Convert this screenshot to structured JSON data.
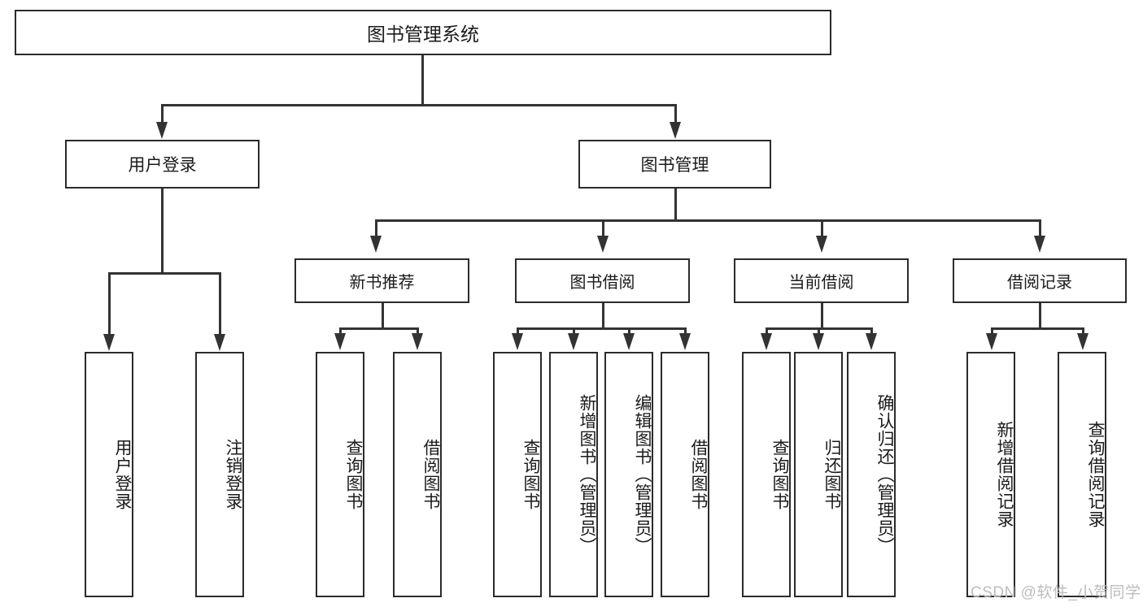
{
  "diagram": {
    "title": "图书管理系统",
    "type": "功能结构图",
    "colors": {
      "box_border": "#2b2b2b",
      "connector": "#333333",
      "background": "#ffffff",
      "text": "#1b1b1b",
      "watermark": "#bdbdbd"
    },
    "root": {
      "label": "图书管理系统",
      "orientation": "horizontal"
    },
    "level2": [
      {
        "id": "user-login",
        "label": "用户登录",
        "orientation": "horizontal"
      },
      {
        "id": "book-management",
        "label": "图书管理",
        "orientation": "horizontal"
      }
    ],
    "level3": [
      {
        "id": "new-book-recommend",
        "label": "新书推荐",
        "parent": "book-management",
        "orientation": "horizontal"
      },
      {
        "id": "book-borrow",
        "label": "图书借阅",
        "parent": "book-management",
        "orientation": "horizontal"
      },
      {
        "id": "current-borrow",
        "label": "当前借阅",
        "parent": "book-management",
        "orientation": "horizontal"
      },
      {
        "id": "borrow-record",
        "label": "借阅记录",
        "parent": "book-management",
        "orientation": "horizontal"
      }
    ],
    "leaves": [
      {
        "id": "leaf-user-login",
        "label": "用户登录",
        "parent": "user-login",
        "orientation": "vertical"
      },
      {
        "id": "leaf-user-logout",
        "label": "注销登录",
        "parent": "user-login",
        "orientation": "vertical"
      },
      {
        "id": "leaf-query-book-1",
        "label": "查询图书",
        "parent": "new-book-recommend",
        "orientation": "vertical"
      },
      {
        "id": "leaf-borrow-book-1",
        "label": "借阅图书",
        "parent": "new-book-recommend",
        "orientation": "vertical"
      },
      {
        "id": "leaf-query-book-2",
        "label": "查询图书",
        "parent": "book-borrow",
        "orientation": "vertical"
      },
      {
        "id": "leaf-add-book",
        "label": "新增图书（管理员）",
        "parent": "book-borrow",
        "orientation": "vertical"
      },
      {
        "id": "leaf-edit-book",
        "label": "编辑图书（管理员）",
        "parent": "book-borrow",
        "orientation": "vertical"
      },
      {
        "id": "leaf-borrow-book-2",
        "label": "借阅图书",
        "parent": "book-borrow",
        "orientation": "vertical"
      },
      {
        "id": "leaf-query-book-3",
        "label": "查询图书",
        "parent": "current-borrow",
        "orientation": "vertical"
      },
      {
        "id": "leaf-return-book",
        "label": "归还图书",
        "parent": "current-borrow",
        "orientation": "vertical"
      },
      {
        "id": "leaf-confirm-return",
        "label": "确认归还（管理员）",
        "parent": "current-borrow",
        "orientation": "vertical"
      },
      {
        "id": "leaf-add-record",
        "label": "新增借阅记录",
        "parent": "borrow-record",
        "orientation": "vertical"
      },
      {
        "id": "leaf-query-record",
        "label": "查询借阅记录",
        "parent": "borrow-record",
        "orientation": "vertical"
      }
    ],
    "watermark": "CSDN @软件_小贺同学"
  }
}
